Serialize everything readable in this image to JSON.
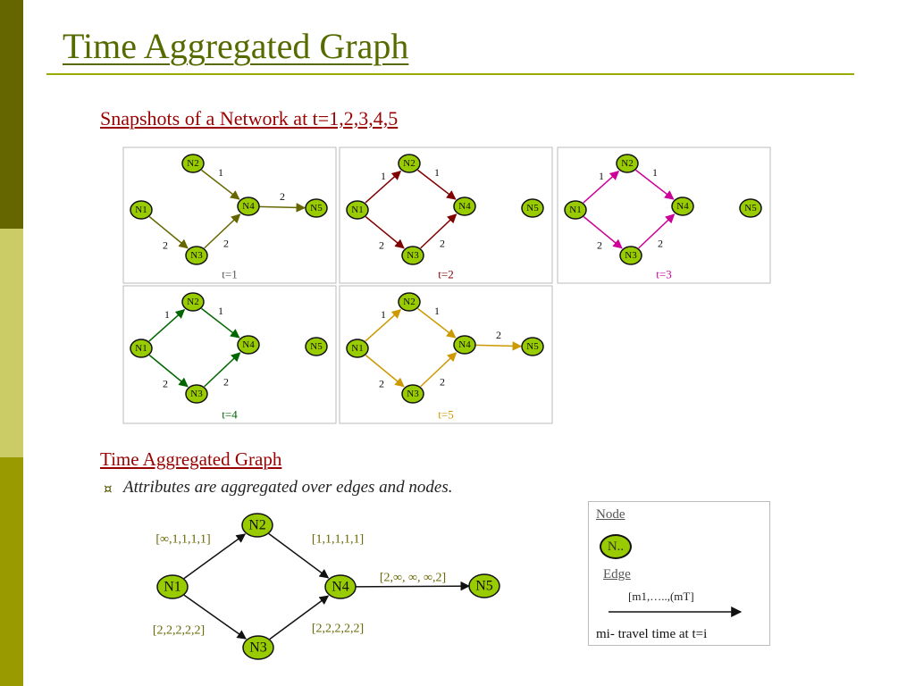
{
  "slide": {
    "title": "Time Aggregated Graph",
    "subtitle": "Snapshots of a Network at t=1,2,3,4,5",
    "agg_heading": "Time Aggregated Graph",
    "bullet_text": "Attributes are aggregated over edges and nodes."
  },
  "nodes": [
    "N1",
    "N2",
    "N3",
    "N4",
    "N5"
  ],
  "snapshots": [
    {
      "label": "t=1",
      "color": "#666600",
      "label_color": "#555555",
      "edges": [
        {
          "from": "N2",
          "to": "N4",
          "w": "1"
        },
        {
          "from": "N1",
          "to": "N3",
          "w": "2"
        },
        {
          "from": "N3",
          "to": "N4",
          "w": "2"
        },
        {
          "from": "N4",
          "to": "N5",
          "w": "2"
        }
      ]
    },
    {
      "label": "t=2",
      "color": "#800000",
      "label_color": "#800000",
      "edges": [
        {
          "from": "N1",
          "to": "N2",
          "w": "1"
        },
        {
          "from": "N2",
          "to": "N4",
          "w": "1"
        },
        {
          "from": "N1",
          "to": "N3",
          "w": "2"
        },
        {
          "from": "N3",
          "to": "N4",
          "w": "2"
        }
      ]
    },
    {
      "label": "t=3",
      "color": "#cc0099",
      "label_color": "#cc0099",
      "edges": [
        {
          "from": "N1",
          "to": "N2",
          "w": "1"
        },
        {
          "from": "N2",
          "to": "N4",
          "w": "1"
        },
        {
          "from": "N1",
          "to": "N3",
          "w": "2"
        },
        {
          "from": "N3",
          "to": "N4",
          "w": "2"
        }
      ]
    },
    {
      "label": "t=4",
      "color": "#006600",
      "label_color": "#006600",
      "edges": [
        {
          "from": "N1",
          "to": "N2",
          "w": "1"
        },
        {
          "from": "N2",
          "to": "N4",
          "w": "1"
        },
        {
          "from": "N1",
          "to": "N3",
          "w": "2"
        },
        {
          "from": "N3",
          "to": "N4",
          "w": "2"
        }
      ]
    },
    {
      "label": "t=5",
      "color": "#cc9900",
      "label_color": "#cc9900",
      "edges": [
        {
          "from": "N1",
          "to": "N2",
          "w": "1"
        },
        {
          "from": "N2",
          "to": "N4",
          "w": "1"
        },
        {
          "from": "N1",
          "to": "N3",
          "w": "2"
        },
        {
          "from": "N3",
          "to": "N4",
          "w": "2"
        },
        {
          "from": "N4",
          "to": "N5",
          "w": "2"
        }
      ]
    }
  ],
  "aggregated": {
    "edges": [
      {
        "from": "N1",
        "to": "N2",
        "label": "[∞,1,1,1,1]"
      },
      {
        "from": "N2",
        "to": "N4",
        "label": "[1,1,1,1,1]"
      },
      {
        "from": "N1",
        "to": "N3",
        "label": "[2,2,2,2,2]"
      },
      {
        "from": "N3",
        "to": "N4",
        "label": "[2,2,2,2,2]"
      },
      {
        "from": "N4",
        "to": "N5",
        "label": "[2,∞, ∞, ∞,2]"
      }
    ]
  },
  "legend": {
    "node_heading": "Node",
    "node_example": "N..",
    "edge_heading": "Edge",
    "edge_label": "[m1,…..,(mT]",
    "footnote": "mi- travel time at t=i"
  },
  "colors": {
    "node_fill": "#99cc00",
    "label_text": "#666600",
    "accent": "#990000"
  }
}
